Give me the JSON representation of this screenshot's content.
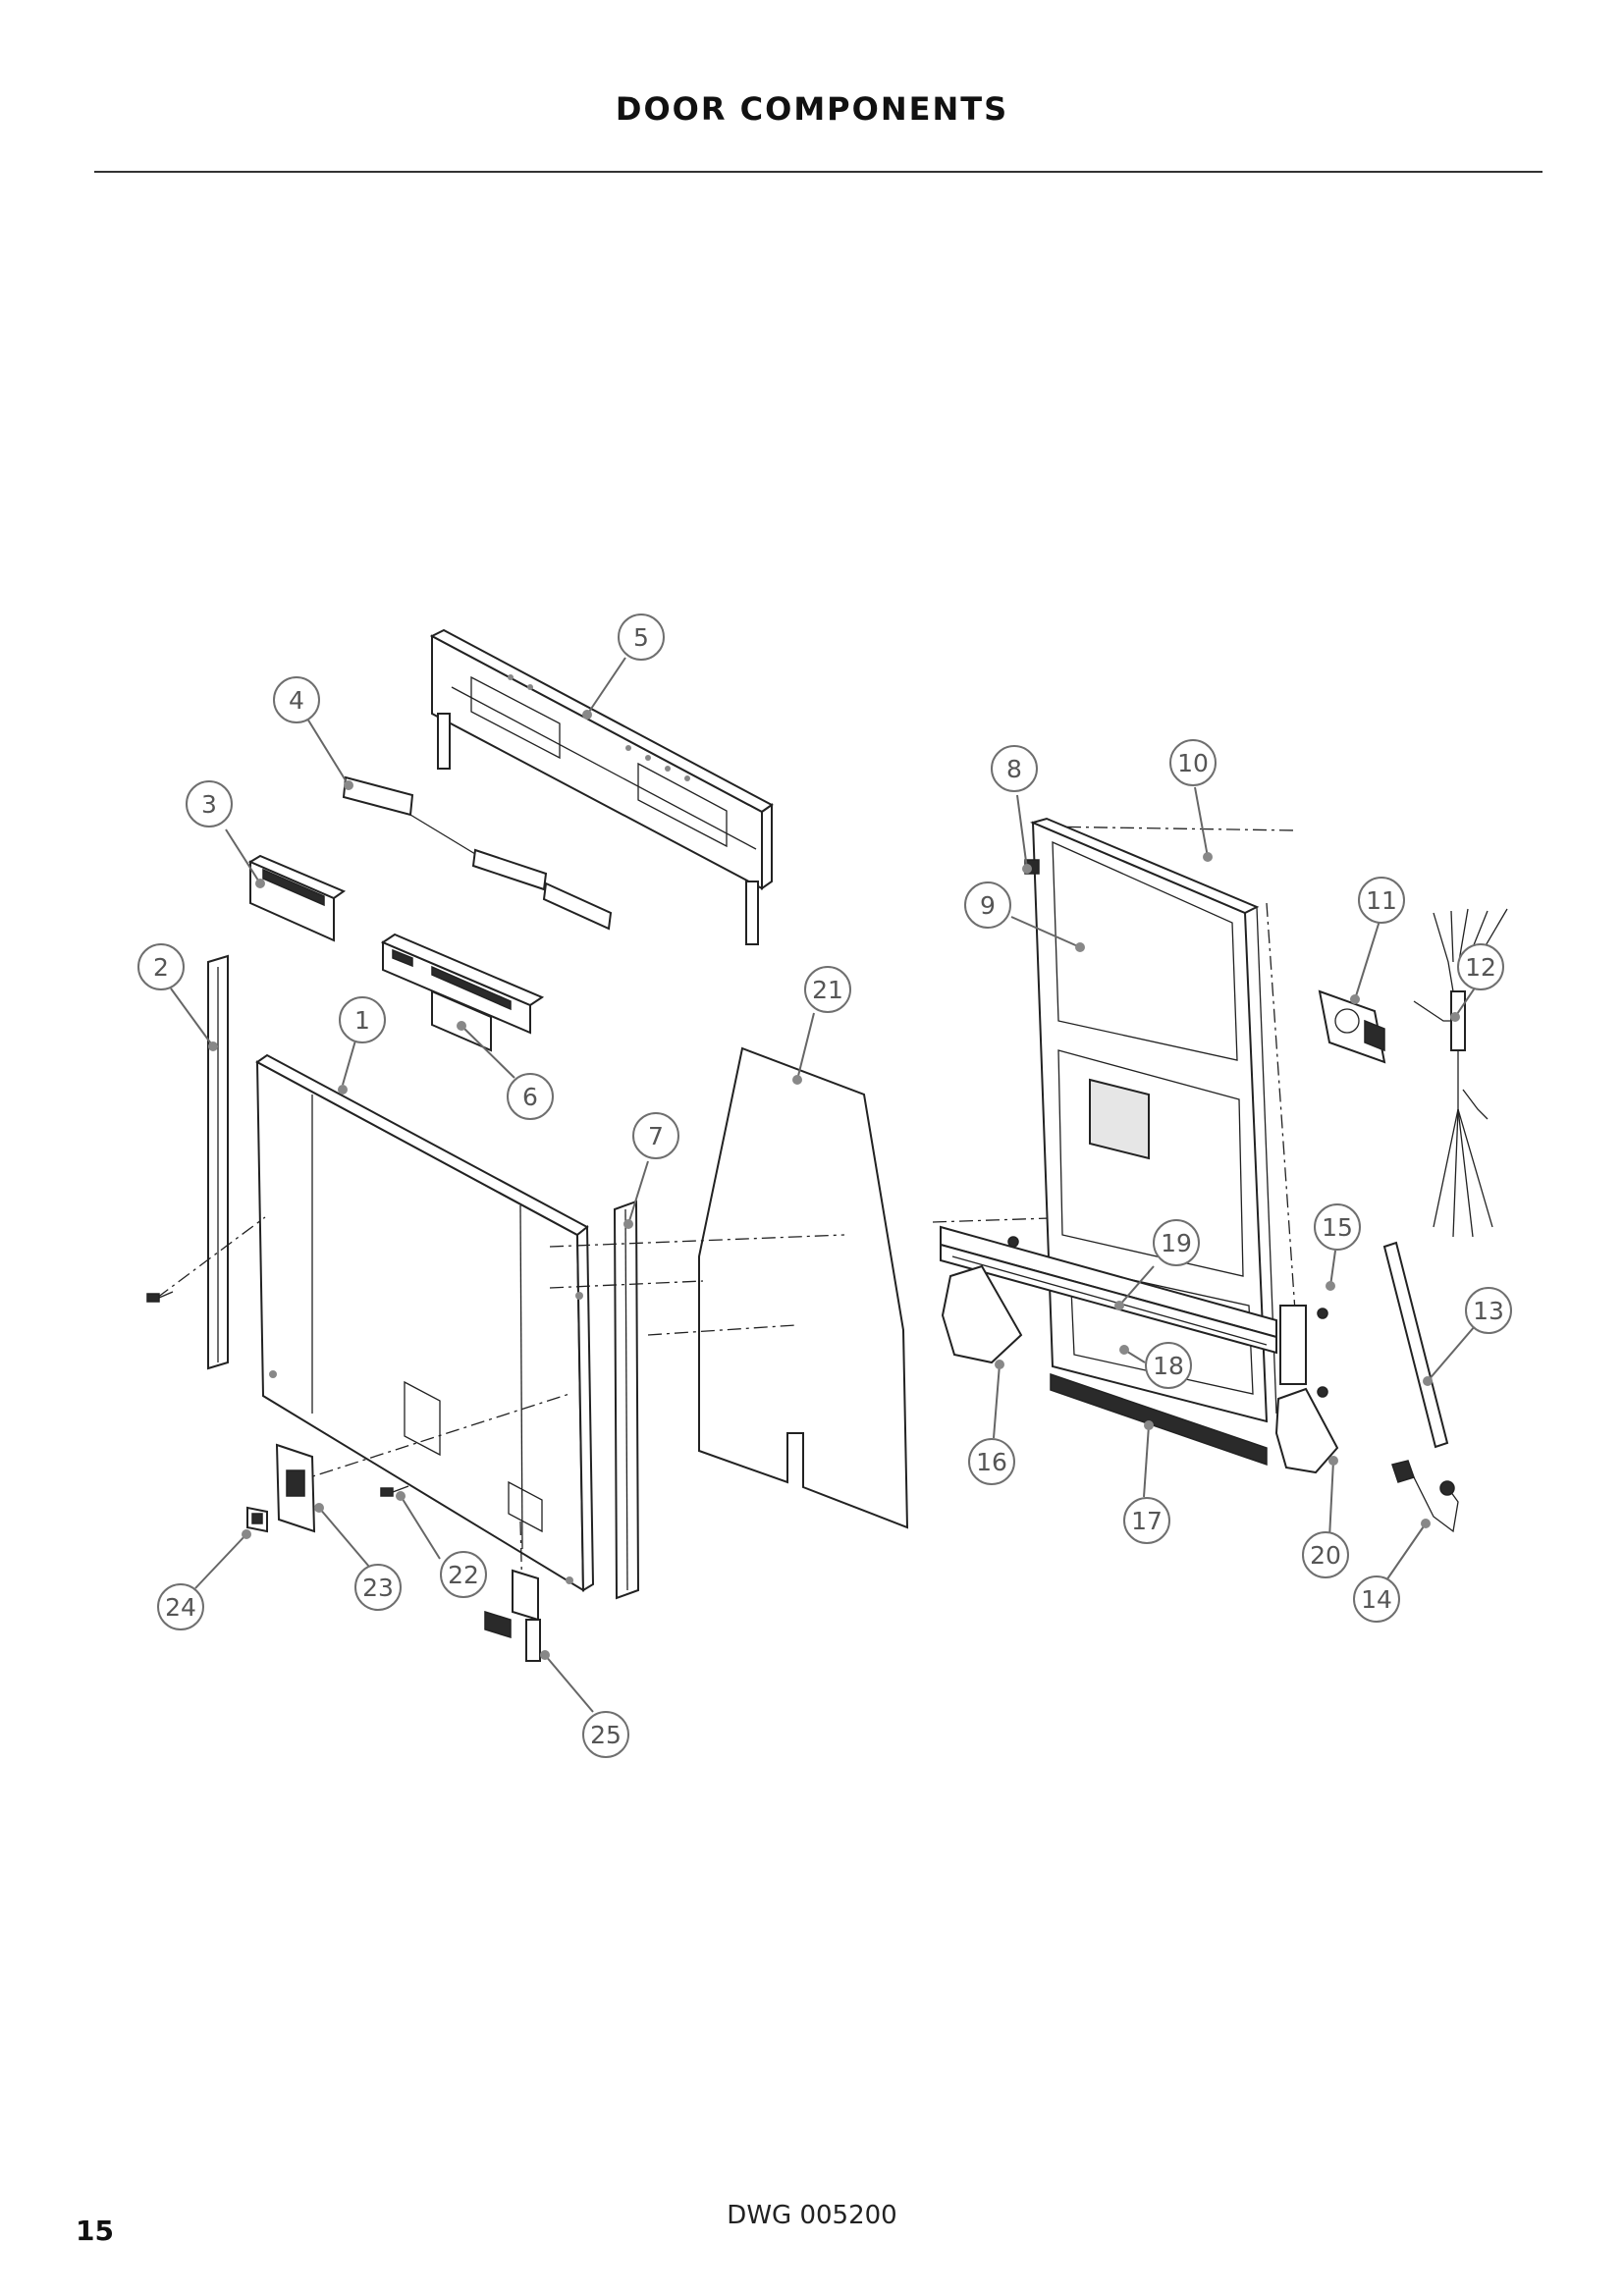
{
  "header": {
    "title": "DOOR COMPONENTS"
  },
  "footer": {
    "drawing_number": "DWG 005200",
    "page_number": "15"
  },
  "callouts": [
    "1",
    "2",
    "3",
    "4",
    "5",
    "6",
    "7",
    "8",
    "9",
    "10",
    "11",
    "12",
    "13",
    "14",
    "15",
    "16",
    "17",
    "18",
    "19",
    "20",
    "21",
    "22",
    "23",
    "24",
    "25"
  ]
}
